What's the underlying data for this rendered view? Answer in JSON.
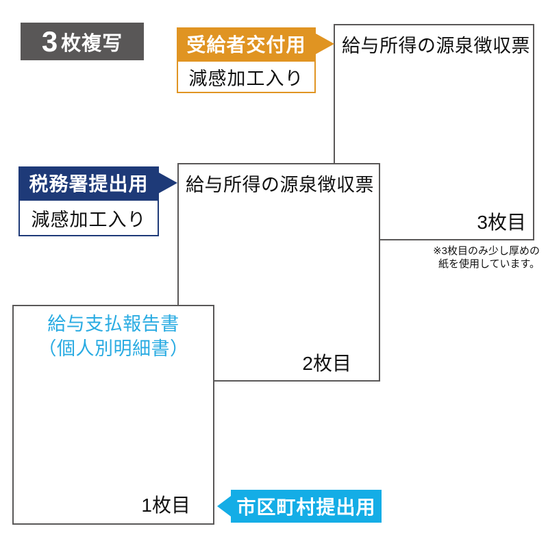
{
  "diagram": {
    "copies_badge": {
      "number": "3",
      "suffix": "枚複写"
    },
    "callouts": {
      "recipient": {
        "title": "受給者交付用",
        "subtitle": "減感加工入り",
        "color": "#E09422",
        "arrow_direction": "right"
      },
      "tax_office": {
        "title": "税務署提出用",
        "subtitle": "減感加工入り",
        "color": "#1E3A78",
        "arrow_direction": "right"
      },
      "municipality": {
        "title": "市区町村提出用",
        "color": "#14ADE6",
        "arrow_direction": "left"
      }
    },
    "sheets": [
      {
        "page_label": "1枚目",
        "title_line1": "給与支払報告書",
        "title_line2": "（個人別明細書）",
        "title_color": "#29ABE2"
      },
      {
        "page_label": "2枚目",
        "title_line1": "給与所得の源泉徴収票",
        "title_color": "#111111"
      },
      {
        "page_label": "3枚目",
        "title_line1": "給与所得の源泉徴収票",
        "title_color": "#111111"
      }
    ],
    "note": {
      "line1": "※3枚目のみ少し厚めの",
      "line2": "紙を使用しています。"
    },
    "colors": {
      "badge_gray": "#595757",
      "sheet_border": "#595757",
      "recipient_orange": "#E09422",
      "tax_office_navy": "#1E3A78",
      "municipality_cyan": "#14ADE6",
      "sheet1_title_blue": "#29ABE2"
    }
  }
}
